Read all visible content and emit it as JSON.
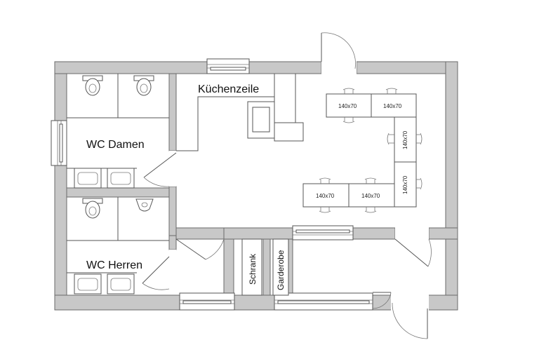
{
  "rooms": {
    "kitchen": "Küchenzeile",
    "wc_women": "WC Damen",
    "wc_men": "WC Herren",
    "closet": "Schrank",
    "wardrobe": "Garderobe"
  },
  "tables": [
    {
      "id": "t1",
      "label": "140x70"
    },
    {
      "id": "t2",
      "label": "140x70"
    },
    {
      "id": "t3",
      "label": "140x70"
    },
    {
      "id": "t4",
      "label": "140x70"
    },
    {
      "id": "t5",
      "label": "140x70"
    },
    {
      "id": "t6",
      "label": "140x70"
    }
  ],
  "colors": {
    "wall": "#c8c8c8",
    "outline": "#555555",
    "background": "#ffffff"
  },
  "icons": [
    "toilet-icon",
    "sink-icon",
    "door-swing-icon",
    "window-icon",
    "chair-icon",
    "stove-icon"
  ]
}
